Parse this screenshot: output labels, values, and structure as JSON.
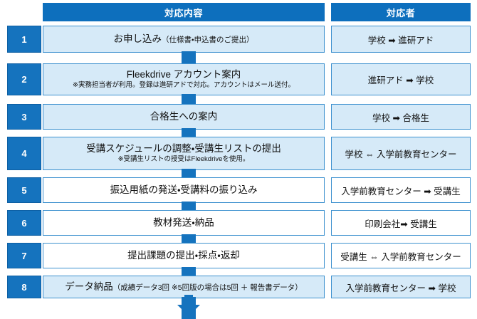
{
  "header": {
    "content_label": "対応内容",
    "actor_label": "対応者"
  },
  "colors": {
    "header_bar": "#0d6fbd",
    "number_chip": "#1573be",
    "box_border": "#3d91cf",
    "box_fill": "#d6eaf8",
    "box_plain": "#ffffff",
    "connector": "#1573be"
  },
  "arrow_glyphs": {
    "one_way": "➡",
    "two_way": "⇔",
    "flow_down": "down-arrow"
  },
  "rows": [
    {
      "number": "1",
      "content_main": "お申し込み",
      "content_paren": "（仕様書・申込書のご提出）",
      "content_sub": "",
      "actor": "学校 ➡ 進研アド",
      "filled": true
    },
    {
      "number": "2",
      "content_main": "Fleekdrive アカウント案内",
      "content_paren": "",
      "content_sub": "※実務担当者が利用。登録は進研アドで対応。アカウントはメール送付。",
      "actor": "進研アド ➡ 学校",
      "filled": true
    },
    {
      "number": "3",
      "content_main": "合格生への案内",
      "content_paren": "",
      "content_sub": "",
      "actor": "学校 ➡ 合格生",
      "filled": true
    },
    {
      "number": "4",
      "content_main": "受講スケジュールの調整・受講生リストの提出",
      "content_paren": "",
      "content_sub": "※受講生リストの授受はFleekdriveを使用。",
      "actor": "学校 ⇔ 入学前教育センター",
      "filled": true
    },
    {
      "number": "5",
      "content_main": "振込用紙の発送・受講料の振り込み",
      "content_paren": "",
      "content_sub": "",
      "actor": "入学前教育センター ➡ 受講生",
      "filled": false
    },
    {
      "number": "6",
      "content_main": "教材発送・納品",
      "content_paren": "",
      "content_sub": "",
      "actor": "印刷会社➡ 受講生",
      "filled": false
    },
    {
      "number": "7",
      "content_main": "提出課題の提出・採点・返却",
      "content_paren": "",
      "content_sub": "",
      "actor": "受講生 ⇔ 入学前教育センター",
      "filled": false
    },
    {
      "number": "8",
      "content_main": "データ納品",
      "content_paren": "（成績データ3回 ※5回版の場合は5回 ＋ 報告書データ）",
      "content_sub": "",
      "actor": "入学前教育センター ➡ 学校",
      "filled": true
    }
  ]
}
